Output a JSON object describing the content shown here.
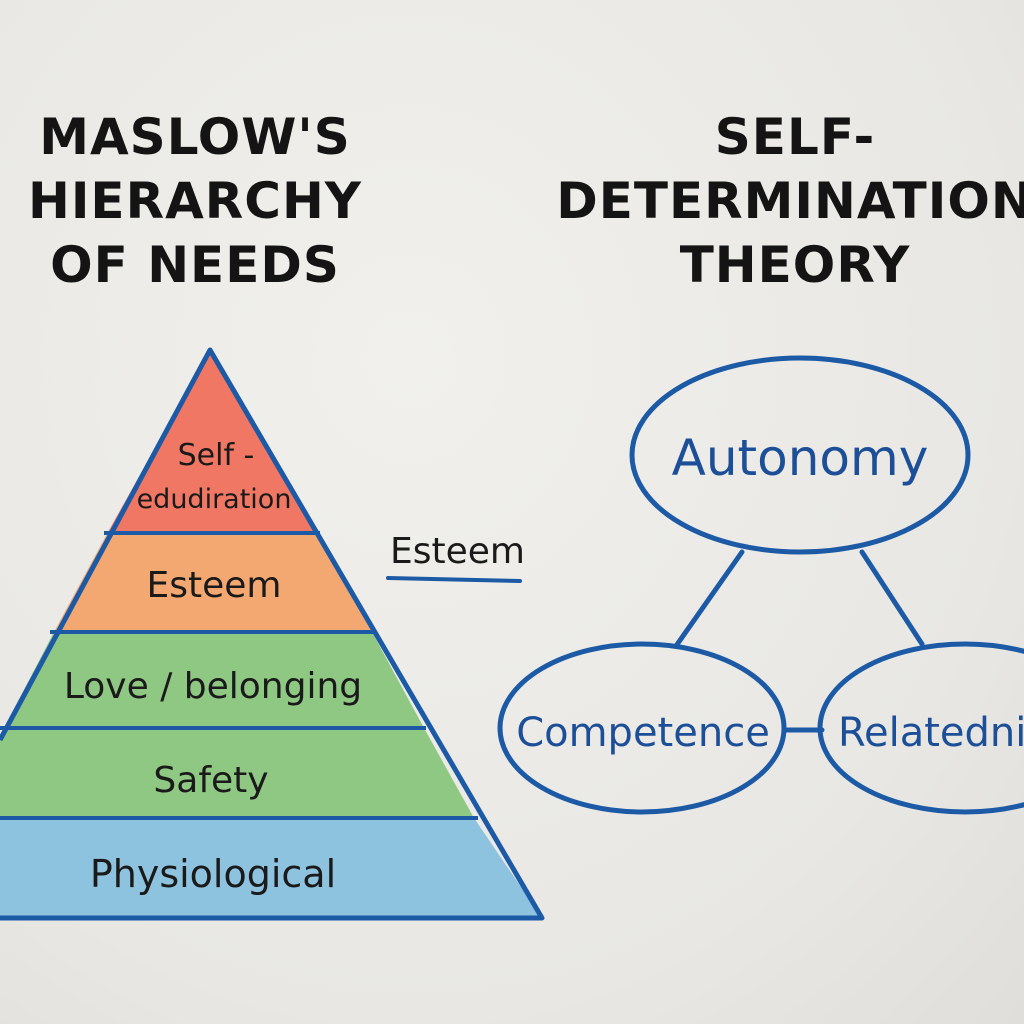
{
  "maslow": {
    "title_lines": [
      "MASLOW'S",
      "HIERARCHY",
      "OF NEEDS"
    ],
    "levels": [
      {
        "label_lines": [
          "Self -",
          "edudiration"
        ],
        "color": "#ef7764"
      },
      {
        "label_lines": [
          "Esteem"
        ],
        "color": "#f3a872"
      },
      {
        "label_lines": [
          "Love / belonging"
        ],
        "color": "#8fc883"
      },
      {
        "label_lines": [
          "Safety"
        ],
        "color": "#8fc883"
      },
      {
        "label_lines": [
          "Physiological"
        ],
        "color": "#8ec3e0"
      }
    ],
    "side_note": "Esteem",
    "outline_color": "#1d5aa6"
  },
  "sdt": {
    "title_lines": [
      "SELF-",
      "DETERMINATION",
      "THEORY"
    ],
    "nodes": {
      "autonomy": "Autonomy",
      "competence": "Competence",
      "relatedness": "Relatedni"
    },
    "outline_color": "#1d5aa6"
  }
}
